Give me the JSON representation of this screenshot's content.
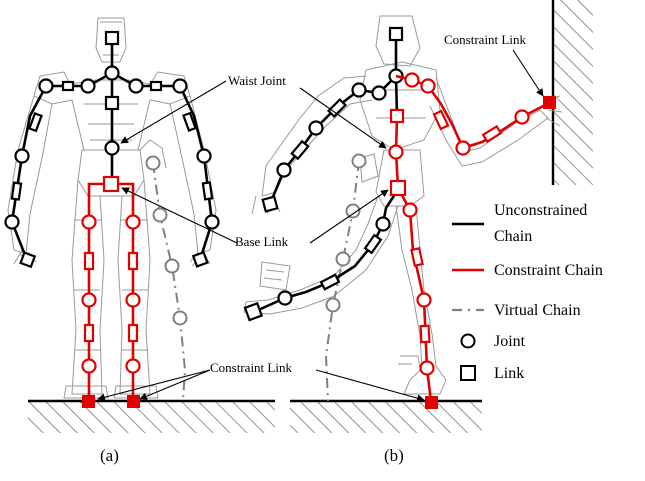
{
  "labels": {
    "waist_joint": "Waist Joint",
    "base_link": "Base Link",
    "constraint_link_a": "Constraint Link",
    "constraint_link_b": "Constraint Link",
    "panel_a": "(a)",
    "panel_b": "(b)"
  },
  "legend": {
    "unconstrained_line1": "Unconstrained",
    "unconstrained_line2": "Chain",
    "constraint_chain": "Constraint Chain",
    "virtual_chain": "Virtual Chain",
    "joint": "Joint",
    "link": "Link"
  },
  "colors": {
    "constraint": "#e00000",
    "unconstrained": "#000000",
    "virtual": "#808080"
  }
}
